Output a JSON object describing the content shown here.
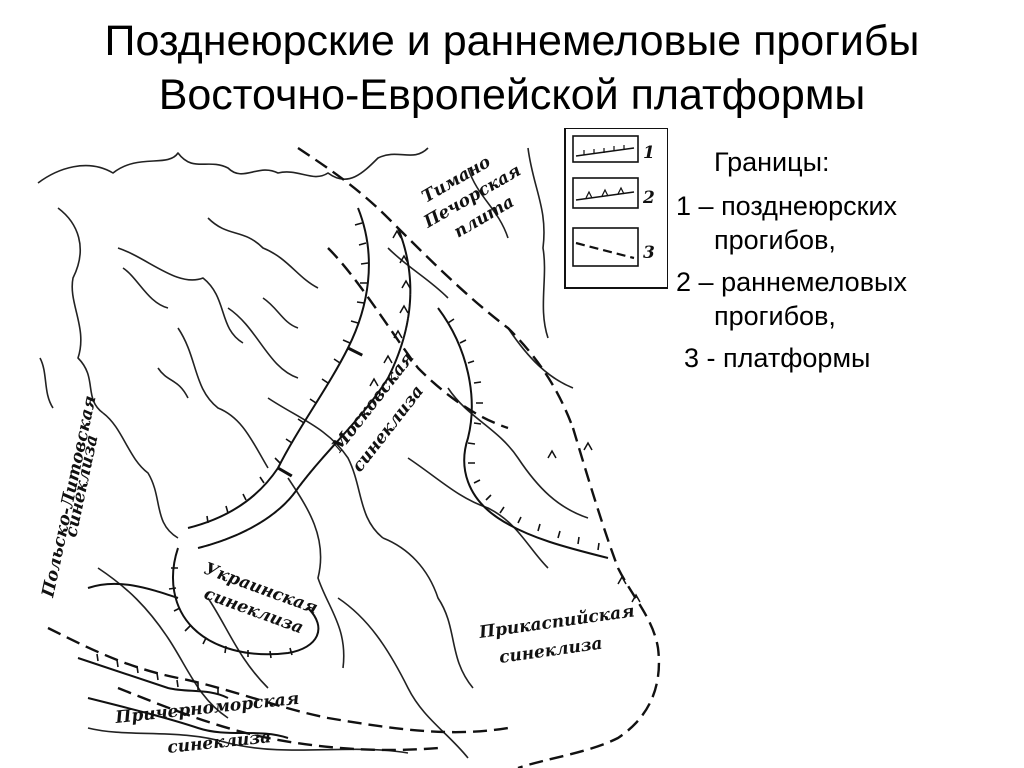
{
  "title": {
    "line1": "Позднеюрские и раннемеловые прогибы",
    "line2": "Восточно-Европейской платформы"
  },
  "legend": {
    "heading": "Границы:",
    "items": [
      {
        "num": "1",
        "first": "– позднеюрских",
        "second": "прогибов,"
      },
      {
        "num": "2",
        "first": "– раннемеловых",
        "second": "прогибов,"
      },
      {
        "num": "3",
        "first": "- платформы",
        "second": ""
      }
    ],
    "map_key": [
      "1",
      "2",
      "3"
    ]
  },
  "map_labels": {
    "timan_1": "Тимано",
    "timan_2": "Печорская",
    "timan_3": "плита",
    "moscow_1": "Московская",
    "moscow_2": "синеклиза",
    "baltic_1": "Польско-Литовская",
    "baltic_2": "синеклиза",
    "ukraine_1": "Украинская",
    "ukraine_2": "синеклиза",
    "caspian_1": "Прикаспийская",
    "caspian_2": "синеклиза",
    "blacksea_1": "Причерноморская",
    "blacksea_2": "синеклиза"
  },
  "colors": {
    "ink": "#111111",
    "background": "#ffffff"
  }
}
